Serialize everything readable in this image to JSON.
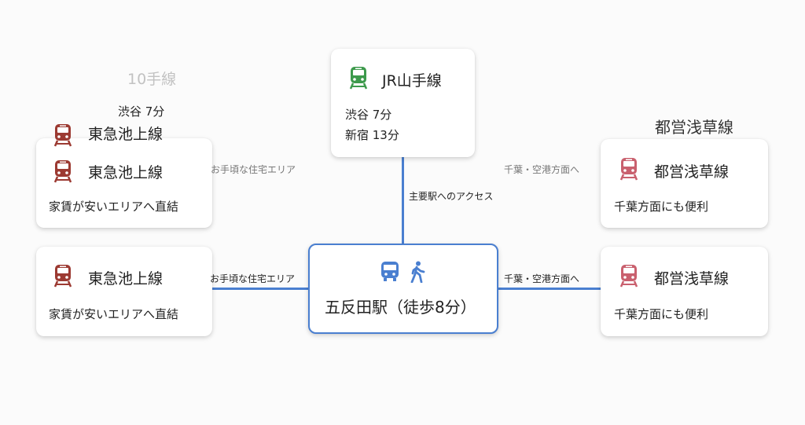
{
  "colors": {
    "jr": "#3d9a4c",
    "tokyu": "#9c3a32",
    "toei": "#c9606e",
    "center": "#4a7fd0"
  },
  "ghost": {
    "yamanote_fragment": "10手線",
    "shibuya": "渋谷 7分",
    "tokyu_title": "東急池上線",
    "toei_title": "都営浅草線"
  },
  "jr": {
    "icon": "train-icon",
    "title": "JR山手線",
    "lines": [
      "渋谷 7分",
      "新宿 13分"
    ],
    "edge_label": "主要駅へのアクセス"
  },
  "center": {
    "icons": [
      "bus-icon",
      "walking-icon"
    ],
    "title": "五反田駅（徒歩8分）"
  },
  "left_top": {
    "icon": "train-icon",
    "title": "東急池上線",
    "desc": "家賃が安いエリアへ直結",
    "edge_label": "お手頃な住宅エリア"
  },
  "left_bottom": {
    "icon": "train-icon",
    "title": "東急池上線",
    "desc": "家賃が安いエリアへ直結",
    "edge_label": "お手頃な住宅エリア"
  },
  "right_top": {
    "icon": "train-icon",
    "title": "都営浅草線",
    "desc": "千葉方面にも便利",
    "edge_label": "千葉・空港方面へ"
  },
  "right_bottom": {
    "icon": "train-icon",
    "title": "都営浅草線",
    "desc": "千葉方面にも便利",
    "edge_label": "千葉・空港方面へ"
  }
}
